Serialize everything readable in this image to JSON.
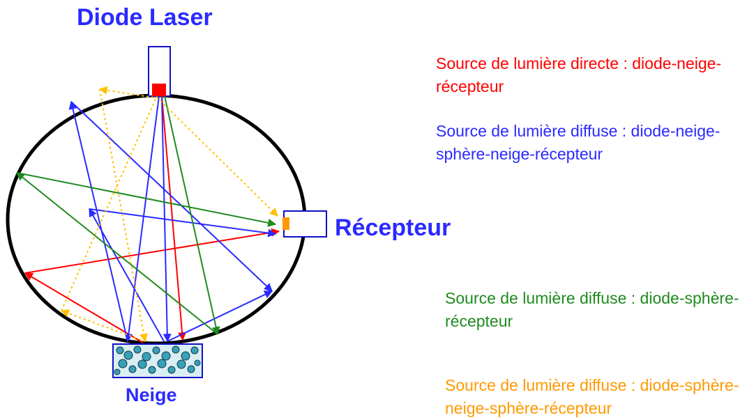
{
  "labels": {
    "laser": "Diode Laser",
    "receptor": "Récepteur",
    "snow": "Neige"
  },
  "legend": [
    {
      "text": "Source de lumière directe : diode-neige-récepteur",
      "color": "#ff0000"
    },
    {
      "text": "Source de lumière diffuse : diode-neige-sphère-neige-récepteur",
      "color": "#2a2aff"
    },
    {
      "text": "Source de lumière diffuse : diode-sphère-récepteur",
      "color": "#1f8a1f"
    },
    {
      "text": "Source de lumière diffuse : diode-sphère-neige-sphère-récepteur",
      "color": "#ff9900"
    }
  ],
  "colors": {
    "title": "#2a2aff",
    "sphere": "#000000",
    "box_outline": "#1010c8",
    "laser_emitter": "#ff0000",
    "receptor_sensor": "#ff9900",
    "direct_ray": "#ff0000",
    "diffuse_ray_1": "#2a2aff",
    "diffuse_ray_2": "#1f8a1f",
    "diffuse_ray_3": "#ffc000",
    "snow": "#3aa0b8"
  }
}
